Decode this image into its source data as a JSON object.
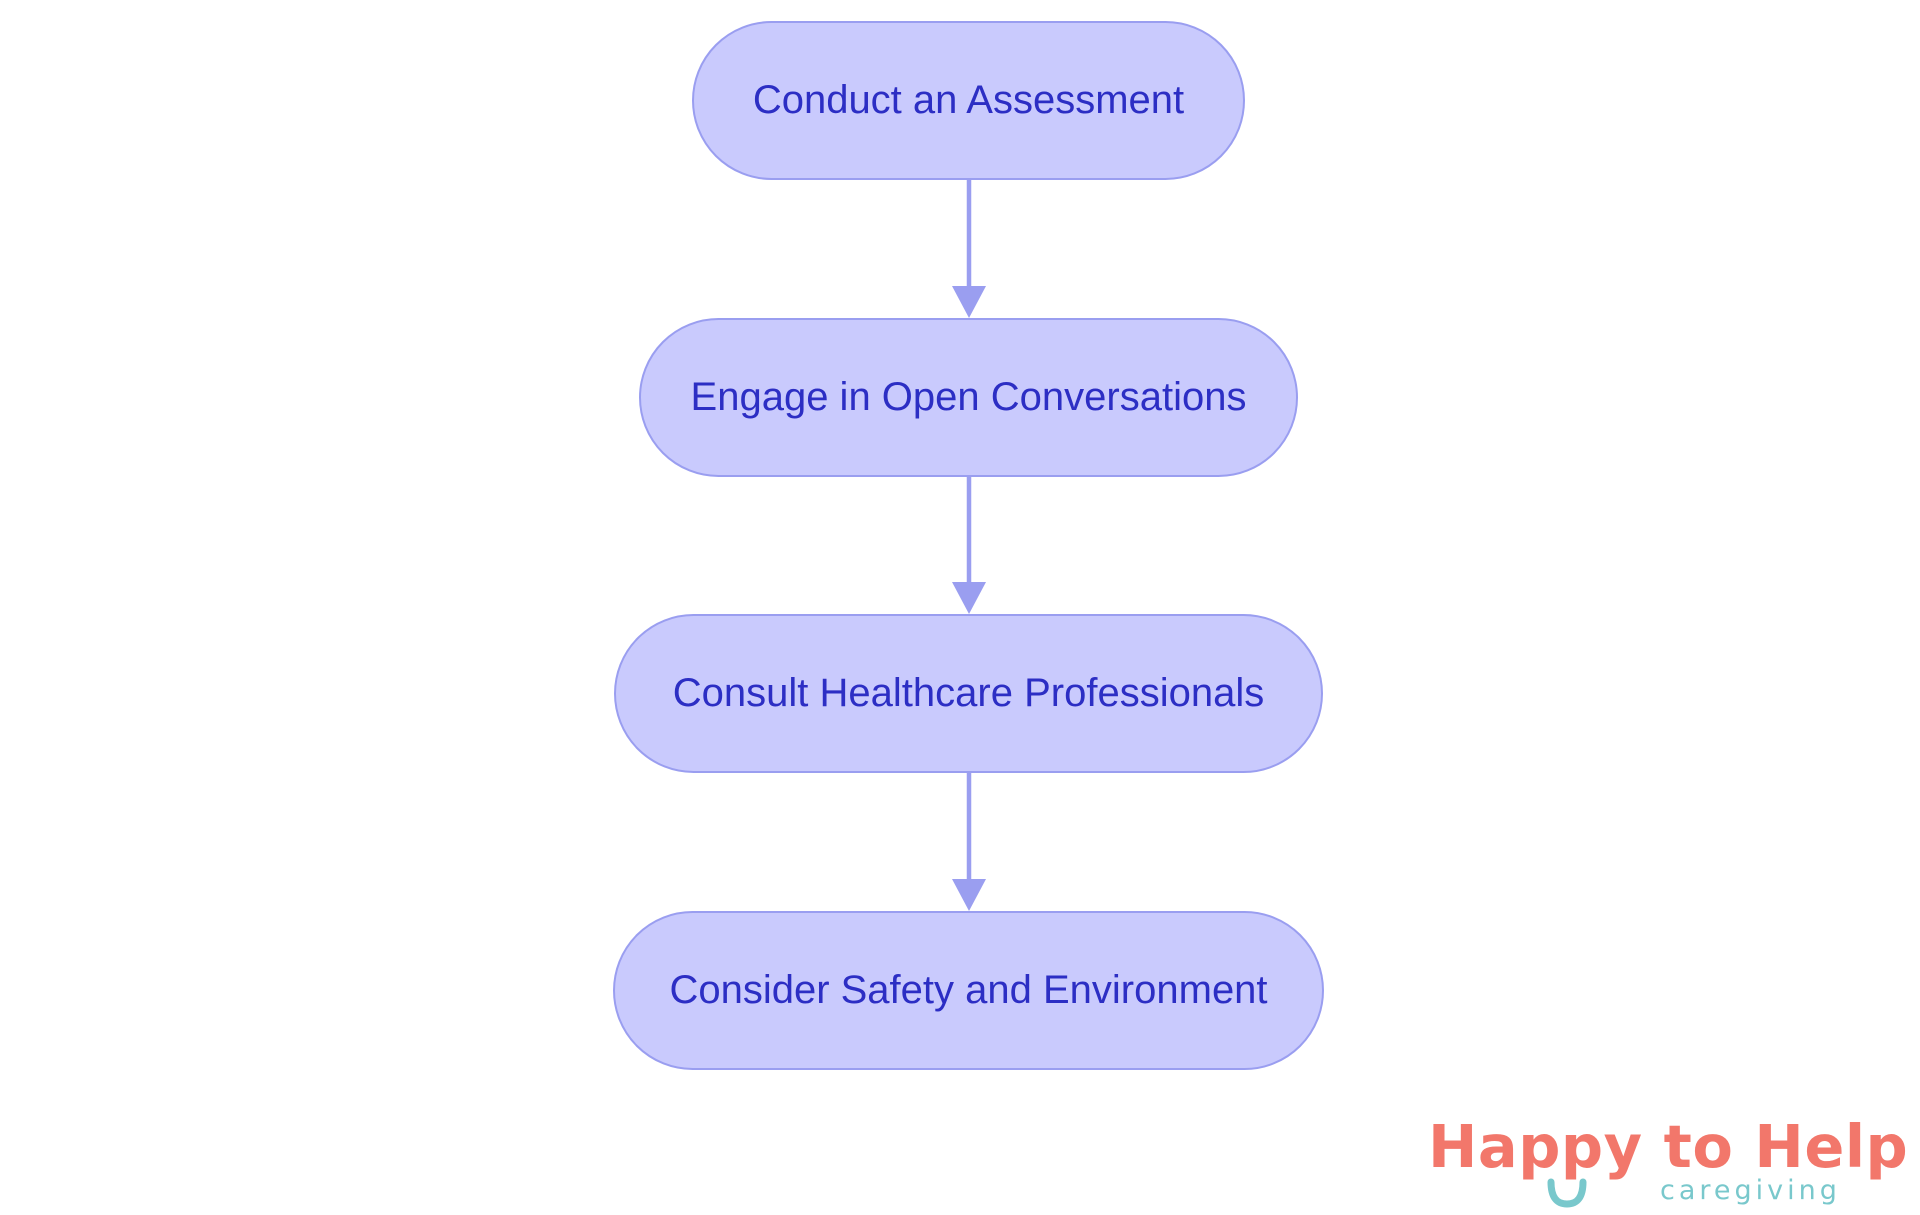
{
  "flowchart": {
    "nodes": [
      {
        "id": "step-1",
        "label": "Conduct an Assessment"
      },
      {
        "id": "step-2",
        "label": "Engage in Open Conversations"
      },
      {
        "id": "step-3",
        "label": "Consult Healthcare Professionals"
      },
      {
        "id": "step-4",
        "label": "Consider Safety and Environment"
      }
    ],
    "edges": [
      {
        "from": "step-1",
        "to": "step-2"
      },
      {
        "from": "step-2",
        "to": "step-3"
      },
      {
        "from": "step-3",
        "to": "step-4"
      }
    ]
  },
  "logo": {
    "main_text": "Happy to Help",
    "sub_text": "caregiving"
  },
  "colors": {
    "node_fill": "#c9cafd",
    "node_border": "#9a9ef0",
    "node_text": "#2c2ec4",
    "connector": "#9a9ef0",
    "logo_primary": "#f2776b",
    "logo_secondary": "#79c8cc"
  }
}
